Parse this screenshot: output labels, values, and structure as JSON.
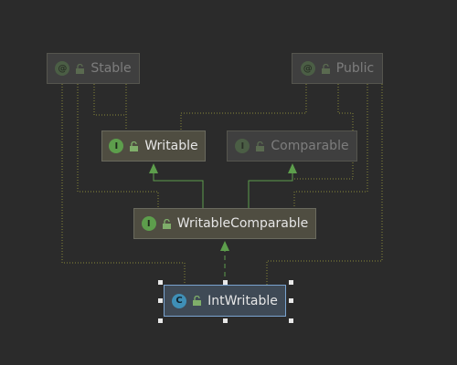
{
  "diagram": {
    "nodes": {
      "stable": {
        "label": "Stable",
        "kind": "annotation",
        "badge": "@",
        "icon": "annotation-icon"
      },
      "public": {
        "label": "Public",
        "kind": "annotation",
        "badge": "@",
        "icon": "annotation-icon"
      },
      "writable": {
        "label": "Writable",
        "kind": "interface",
        "badge": "I",
        "icon": "interface-icon"
      },
      "comparable": {
        "label": "Comparable",
        "kind": "interface",
        "badge": "I",
        "icon": "interface-icon"
      },
      "writable_comparable": {
        "label": "WritableComparable",
        "kind": "interface",
        "badge": "I",
        "icon": "interface-icon"
      },
      "int_writable": {
        "label": "IntWritable",
        "kind": "class",
        "badge": "C",
        "icon": "class-icon"
      }
    },
    "edges": [
      {
        "from": "writable_comparable",
        "to": "writable",
        "style": "solid",
        "color": "#5d9e4c"
      },
      {
        "from": "writable_comparable",
        "to": "comparable",
        "style": "solid",
        "color": "#5d9e4c"
      },
      {
        "from": "int_writable",
        "to": "writable_comparable",
        "style": "dashed",
        "color": "#5d9e4c"
      }
    ],
    "colors": {
      "background": "#2b2b2b",
      "inherit_edge": "#5d9e4c",
      "annotation_edge": "#8a8a3a",
      "selection": "#7aa3cf"
    }
  }
}
